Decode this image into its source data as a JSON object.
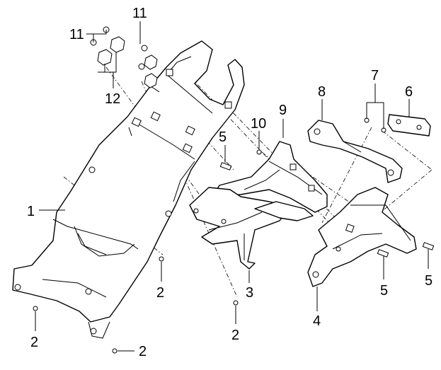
{
  "callouts": {
    "c1": "1",
    "c2a": "2",
    "c2b": "2",
    "c2c": "2",
    "c2d": "2",
    "c3": "3",
    "c4": "4",
    "c5a": "5",
    "c5b": "5",
    "c5c": "5",
    "c6": "6",
    "c7": "7",
    "c8": "8",
    "c9": "9",
    "c10": "10",
    "c11a": "11",
    "c11b": "11",
    "c12": "12"
  }
}
